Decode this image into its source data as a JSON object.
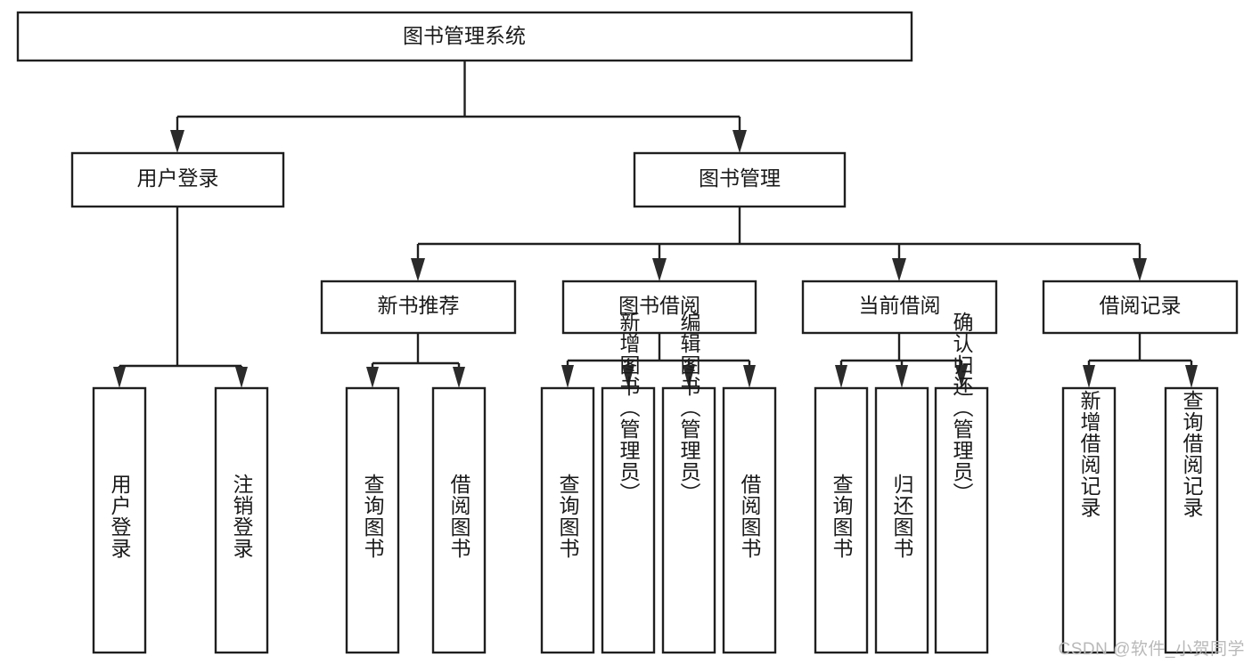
{
  "diagram": {
    "title": "图书管理系统",
    "type": "tree-hierarchy-chart",
    "watermark": "CSDN @软件_小贺同学",
    "colors": {
      "box_stroke": "#1f1f1f",
      "box_fill": "#ffffff",
      "text": "#1a1a1a",
      "arrow": "#2b2b2b",
      "watermark": "#b9b9b9",
      "background": "#ffffff"
    },
    "levels": {
      "root": {
        "label": "图书管理系统"
      },
      "level2": [
        {
          "label": "用户登录"
        },
        {
          "label": "图书管理"
        }
      ],
      "level3": [
        {
          "label": "新书推荐"
        },
        {
          "label": "图书借阅"
        },
        {
          "label": "当前借阅"
        },
        {
          "label": "借阅记录"
        }
      ],
      "leaves_user_login": [
        {
          "label": "用户登录"
        },
        {
          "label": "注销登录"
        }
      ],
      "leaves_new_book": [
        {
          "label": "查询图书"
        },
        {
          "label": "借阅图书"
        }
      ],
      "leaves_book_borrow": [
        {
          "label": "查询图书"
        },
        {
          "label": "新增图书（管理员）"
        },
        {
          "label": "编辑图书（管理员）"
        },
        {
          "label": "借阅图书"
        }
      ],
      "leaves_current_borrow": [
        {
          "label": "查询图书"
        },
        {
          "label": "归还图书"
        },
        {
          "label": "确认归还（管理员）"
        }
      ],
      "leaves_borrow_record": [
        {
          "label": "新增借阅记录"
        },
        {
          "label": "查询借阅记录"
        }
      ]
    }
  }
}
